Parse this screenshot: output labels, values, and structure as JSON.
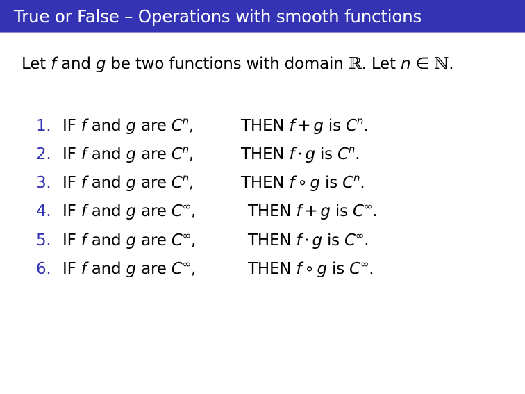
{
  "slide": {
    "title": "True or False – Operations with smooth functions",
    "intro": {
      "t1": "Let ",
      "f": "f",
      "t2": " and ",
      "g": "g",
      "t3": " be two functions with domain ",
      "R": "ℝ",
      "t4": ". Let ",
      "n": "n",
      "elem": " ∈ ",
      "N": "ℕ",
      "t5": "."
    },
    "items": [
      {
        "number": "1.",
        "if": "IF ",
        "f": "f",
        "and": " and ",
        "g": "g",
        "are": " are ",
        "C": "C",
        "exp": "n",
        "comma": ",",
        "then": "THEN ",
        "f2": "f",
        "op": "+",
        "g2": "g",
        "is": " is ",
        "C2": "C",
        "exp2": "n",
        "end": "."
      },
      {
        "number": "2.",
        "if": "IF ",
        "f": "f",
        "and": " and ",
        "g": "g",
        "are": " are ",
        "C": "C",
        "exp": "n",
        "comma": ",",
        "then": "THEN ",
        "f2": "f",
        "op": "·",
        "g2": "g",
        "is": " is ",
        "C2": "C",
        "exp2": "n",
        "end": "."
      },
      {
        "number": "3.",
        "if": "IF ",
        "f": "f",
        "and": " and ",
        "g": "g",
        "are": " are ",
        "C": "C",
        "exp": "n",
        "comma": ",",
        "then": "THEN ",
        "f2": "f",
        "op": "∘",
        "g2": "g",
        "is": " is ",
        "C2": "C",
        "exp2": "n",
        "end": "."
      },
      {
        "number": "4.",
        "if": "IF ",
        "f": "f",
        "and": " and ",
        "g": "g",
        "are": " are ",
        "C": "C",
        "exp": "∞",
        "comma": ",",
        "then": "THEN ",
        "f2": "f",
        "op": "+",
        "g2": "g",
        "is": " is ",
        "C2": "C",
        "exp2": "∞",
        "end": "."
      },
      {
        "number": "5.",
        "if": "IF ",
        "f": "f",
        "and": " and ",
        "g": "g",
        "are": " are ",
        "C": "C",
        "exp": "∞",
        "comma": ",",
        "then": "THEN ",
        "f2": "f",
        "op": "·",
        "g2": "g",
        "is": " is ",
        "C2": "C",
        "exp2": "∞",
        "end": "."
      },
      {
        "number": "6.",
        "if": "IF ",
        "f": "f",
        "and": " and ",
        "g": "g",
        "are": " are ",
        "C": "C",
        "exp": "∞",
        "comma": ",",
        "then": "THEN ",
        "f2": "f",
        "op": "∘",
        "g2": "g",
        "is": " is ",
        "C2": "C",
        "exp2": "∞",
        "end": "."
      }
    ],
    "colors": {
      "title_bg": "#3333b3",
      "title_fg": "#ffffff",
      "enum": "#3333b3"
    }
  }
}
